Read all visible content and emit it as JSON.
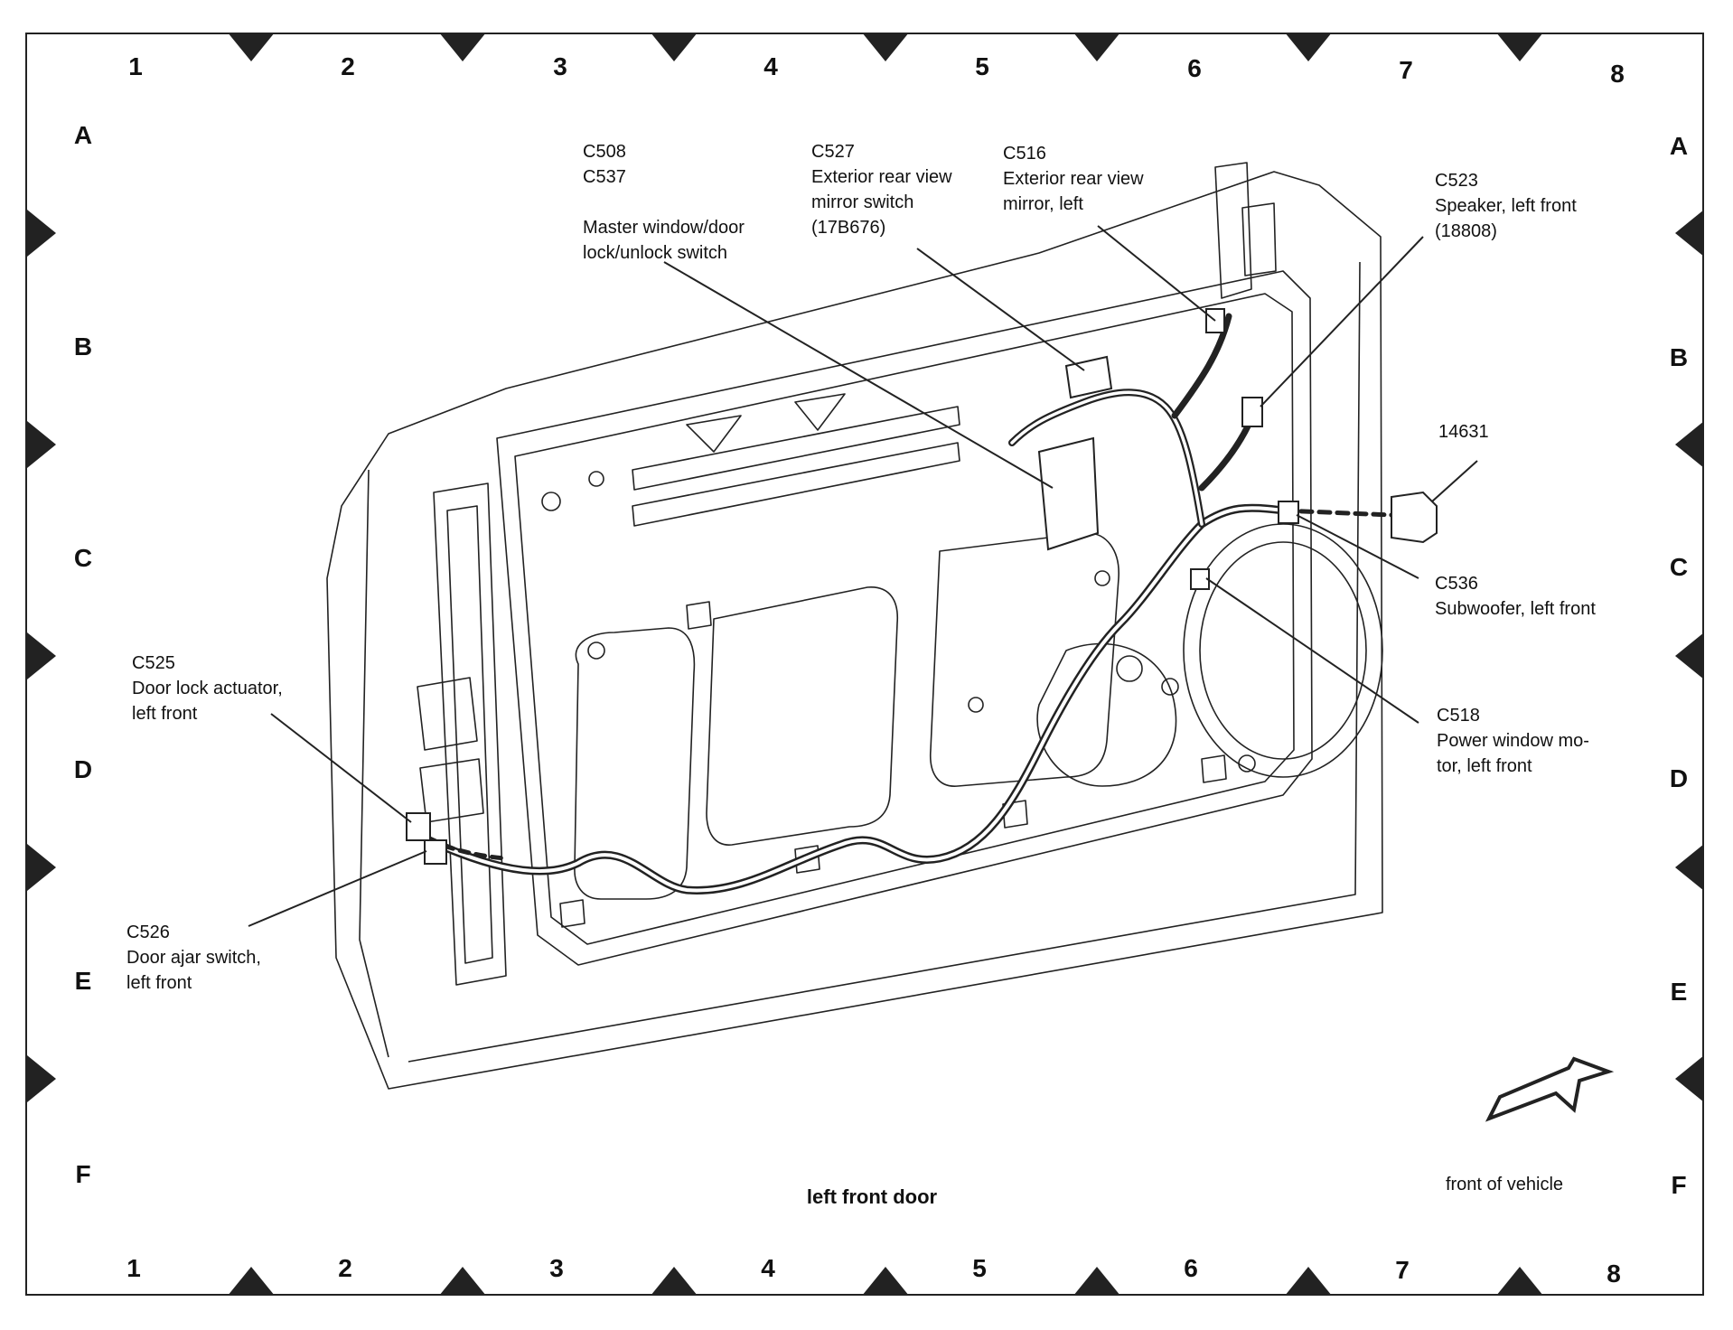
{
  "grid": {
    "columns": [
      "1",
      "2",
      "3",
      "4",
      "5",
      "6",
      "7",
      "8"
    ],
    "rows": [
      "A",
      "B",
      "C",
      "D",
      "E",
      "F"
    ]
  },
  "callouts": {
    "c508": {
      "text": "C508\nC537\n\nMaster window/door\nlock/unlock switch"
    },
    "c527": {
      "text": "C527\nExterior rear view\nmirror switch\n(17B676)"
    },
    "c516": {
      "text": "C516\nExterior rear view\nmirror, left"
    },
    "c523": {
      "text": "C523\nSpeaker, left front\n(18808)"
    },
    "n14631": {
      "text": "14631"
    },
    "c536": {
      "text": "C536\nSubwoofer, left front"
    },
    "c518": {
      "text": "C518\nPower window mo-\ntor, left front"
    },
    "c525": {
      "text": "C525\nDoor lock actuator,\nleft front"
    },
    "c526": {
      "text": "C526\nDoor ajar switch,\nleft front"
    }
  },
  "caption": "left front door",
  "orientation": {
    "label": "front of vehicle"
  },
  "colors": {
    "line": "#222222",
    "frame": "#222222",
    "background": "#ffffff"
  }
}
